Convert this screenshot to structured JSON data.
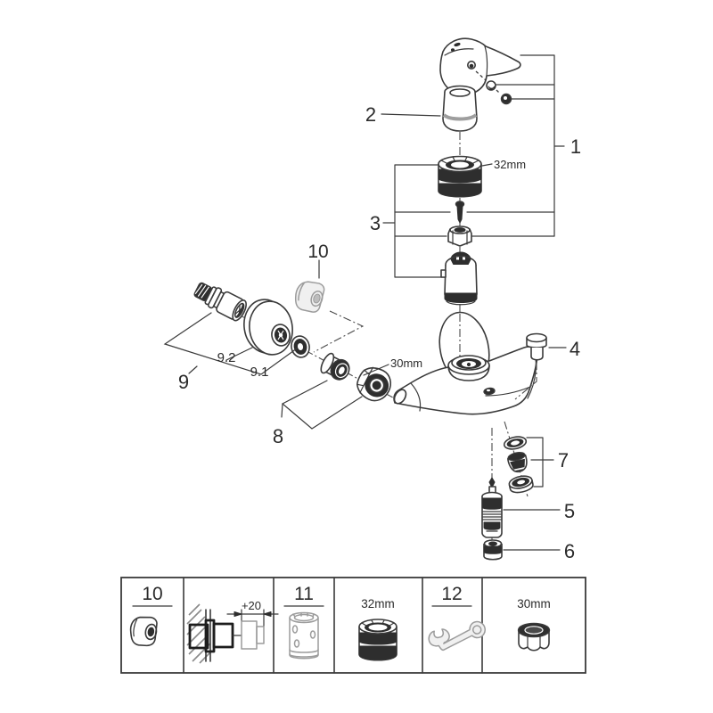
{
  "diagram": {
    "callouts": {
      "c1": "1",
      "c2": "2",
      "c3": "3",
      "c4": "4",
      "c5": "5",
      "c6": "6",
      "c7": "7",
      "c8": "8",
      "c9": "9",
      "c9_1": "9.1",
      "c9_2": "9.2",
      "c10": "10"
    },
    "dims": {
      "nut32": "32mm",
      "nut30": "30mm"
    }
  },
  "legend": {
    "cells": [
      {
        "label": "10",
        "icon": "cap-icon"
      },
      {
        "label": "+20",
        "icon": "wall-extension-icon"
      },
      {
        "label": "11",
        "icon": "extension-sleeve-icon"
      },
      {
        "label": "32mm",
        "icon": "ring-nut-icon"
      },
      {
        "label": "12",
        "icon": "wrench-icon"
      },
      {
        "label": "30mm",
        "icon": "hex-nut-icon"
      }
    ]
  },
  "colors": {
    "line": "#3a3a3a",
    "dark_fill": "#2e2e2e",
    "ghost": "#9c9c9c",
    "background": "#ffffff"
  }
}
